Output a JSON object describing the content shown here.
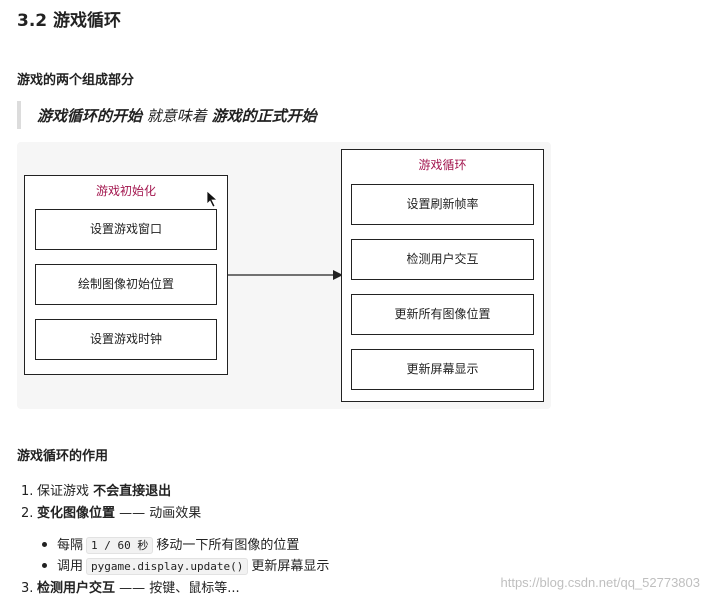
{
  "heading": "3.2 游戏循环",
  "section1_title": "游戏的两个组成部分",
  "quote": {
    "part1": "游戏循环的开始",
    "part2": " 就意味着 ",
    "part3": "游戏的正式开始"
  },
  "diagram": {
    "init": {
      "title": "游戏初始化",
      "items": [
        "设置游戏窗口",
        "绘制图像初始位置",
        "设置游戏时钟"
      ]
    },
    "loop": {
      "title": "游戏循环",
      "items": [
        "设置刷新帧率",
        "检测用户交互",
        "更新所有图像位置",
        "更新屏幕显示"
      ]
    }
  },
  "section2_title": "游戏循环的作用",
  "list": {
    "item1": {
      "num": "1.",
      "text": "保证游戏 ",
      "bold": "不会直接退出"
    },
    "item2": {
      "num": "2.",
      "bold": "变化图像位置",
      "text": " —— 动画效果"
    },
    "sub1": {
      "pre": "每隔",
      "code": "1 / 60 秒",
      "post": "移动一下所有图像的位置"
    },
    "sub2": {
      "pre": "调用",
      "code": "pygame.display.update()",
      "post": "更新屏幕显示"
    },
    "item3": {
      "num": "3.",
      "bold": "检测用户交互",
      "text": " —— 按键、鼠标等..."
    }
  },
  "watermark": "https://blog.csdn.net/qq_52773803",
  "colors": {
    "accent": "#a3174f",
    "diagram_bg": "#f6f6f6"
  }
}
